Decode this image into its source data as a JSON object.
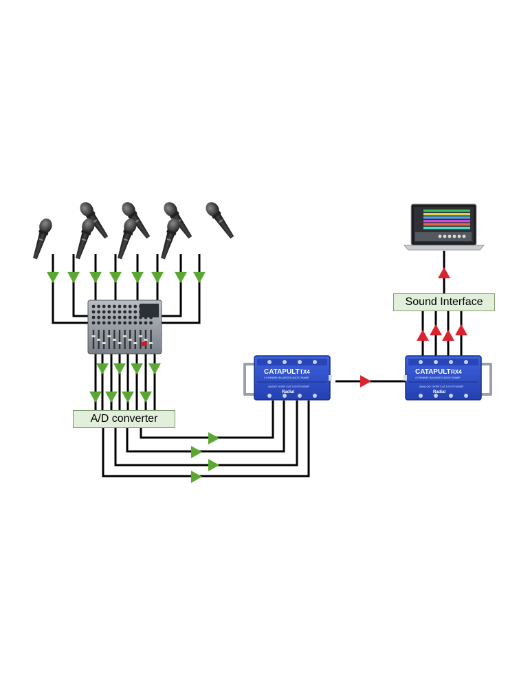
{
  "labels": {
    "ad_converter": "A/D converter",
    "sound_interface": "Sound Interface"
  },
  "devices": {
    "transmitter": {
      "brand": "CATAPULT",
      "model": "TX4",
      "subtitle": "4 CHANNEL BALANCED AUDIO SNAKE",
      "footer": "AUDIO OVER CAT-5 EXTENDER",
      "maker": "Radial"
    },
    "receiver": {
      "brand": "CATAPULT",
      "model": "RX4",
      "subtitle": "4 CHANNEL BALANCED AUDIO SNAKE",
      "footer": "ANALOG OVER CAT-5 EXTENDER",
      "maker": "Radial"
    }
  },
  "icons": {
    "microphone": "microphone-icon",
    "mixer": "mixer-icon",
    "laptop": "laptop-icon",
    "arrow_green": "green-arrow-icon",
    "arrow_red": "red-arrow-icon"
  },
  "colors": {
    "green_arrow": "#5aa832",
    "red_arrow": "#d9232e",
    "device_blue": "#2f4fc9",
    "box_fill": "#e2efda",
    "line": "#000000"
  }
}
